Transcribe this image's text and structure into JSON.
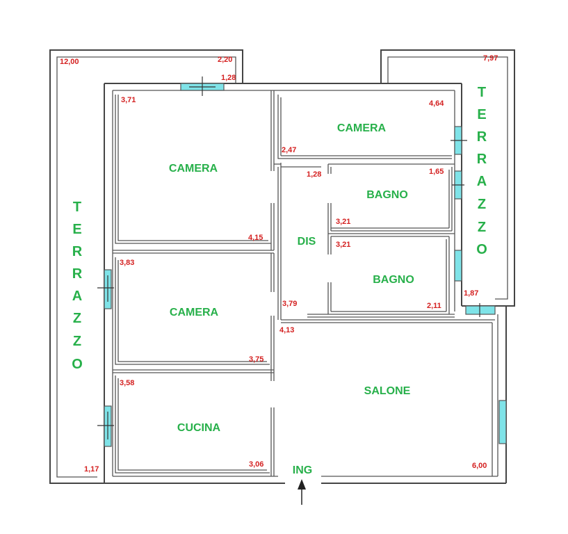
{
  "rooms": {
    "camera_top_left": "CAMERA",
    "camera_top_right": "CAMERA",
    "camera_mid_left": "CAMERA",
    "bagno_upper": "BAGNO",
    "bagno_lower": "BAGNO",
    "dis": "DIS",
    "cucina": "CUCINA",
    "salone": "SALONE"
  },
  "terrazzo": {
    "left": [
      "T",
      "E",
      "R",
      "R",
      "A",
      "Z",
      "Z",
      "O"
    ],
    "right": [
      "T",
      "E",
      "R",
      "R",
      "A",
      "Z",
      "Z",
      "O"
    ]
  },
  "entrance": {
    "label": "ING"
  },
  "dimensions": {
    "terr_left_top": "12,00",
    "terr_left_topright": "2,20",
    "terr_left_1_28": "1,28",
    "terr_left_bottom": "1,17",
    "terr_right_top": "7,97",
    "terr_right_bottom": "1,87",
    "camera_tl_a": "3,71",
    "camera_tl_b": "4,15",
    "camera_tr_a": "4,64",
    "camera_tr_b": "2,47",
    "dis_1_28": "1,28",
    "bagno_u_a": "1,65",
    "bagno_u_b": "3,21",
    "bagno_l_a": "3,21",
    "bagno_l_b": "2,11",
    "camera_ml_a": "3,83",
    "camera_ml_b": "3,75",
    "dis_3_79": "3,79",
    "salone_a": "4,13",
    "salone_b": "6,00",
    "cucina_a": "3,58",
    "cucina_b": "3,06"
  },
  "colors": {
    "room_label": "#27b04a",
    "dimension": "#d42020",
    "window": "#7fe3e8",
    "wall": "#444444"
  }
}
